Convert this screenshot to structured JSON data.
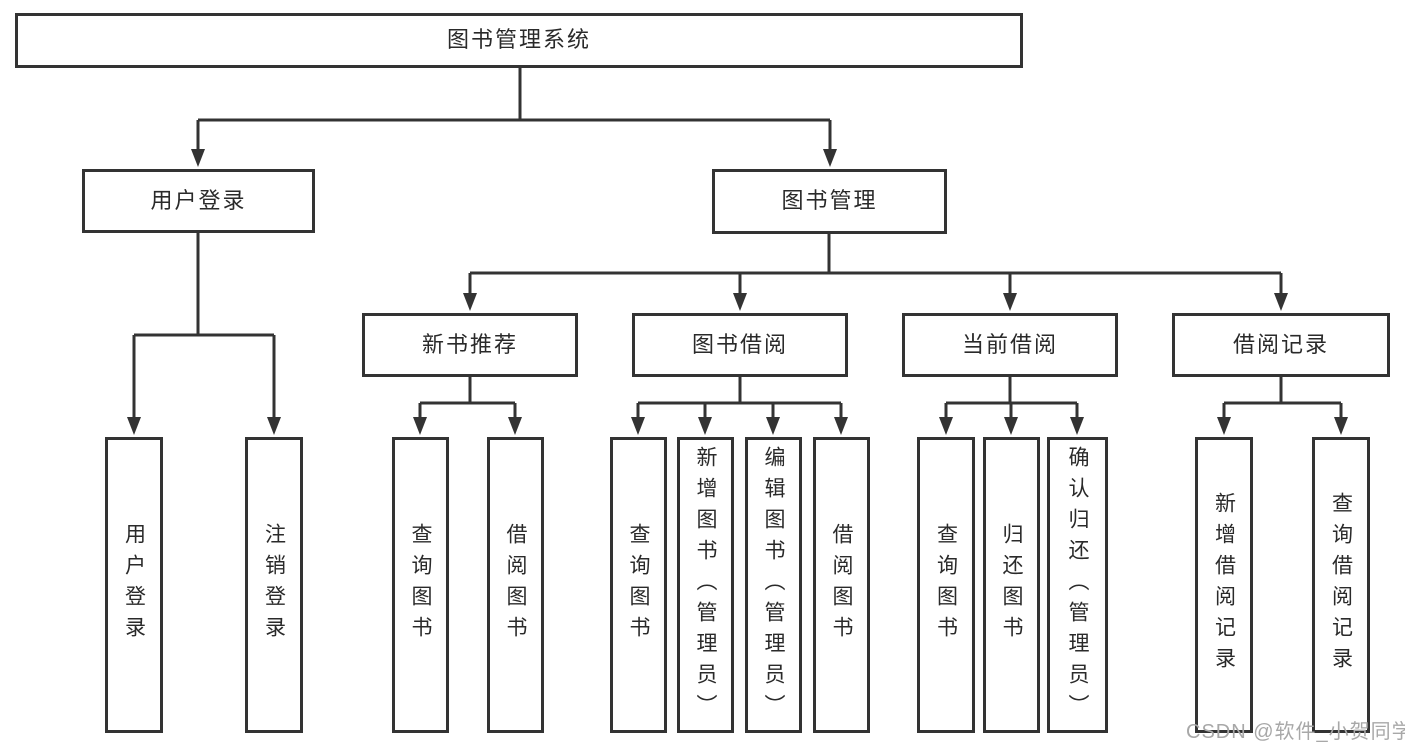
{
  "diagram": {
    "root": "图书管理系统",
    "level2": [
      "用户登录",
      "图书管理"
    ],
    "level3": [
      "新书推荐",
      "图书借阅",
      "当前借阅",
      "借阅记录"
    ],
    "leaves_login": [
      "用户登录",
      "注销登录"
    ],
    "leaves_recommend": [
      "查询图书",
      "借阅图书"
    ],
    "leaves_borrowing": [
      "查询图书",
      "新增图书（管理员）",
      "编辑图书（管理员）",
      "借阅图书"
    ],
    "leaves_current": [
      "查询图书",
      "归还图书",
      "确认归还（管理员）"
    ],
    "leaves_records": [
      "新增借阅记录",
      "查询借阅记录"
    ]
  },
  "watermark": "CSDN @软件_小贺同学",
  "colors": {
    "line": "#333333",
    "text": "#2a2a2a",
    "watermark": "#a8a8a8",
    "background": "#ffffff"
  }
}
